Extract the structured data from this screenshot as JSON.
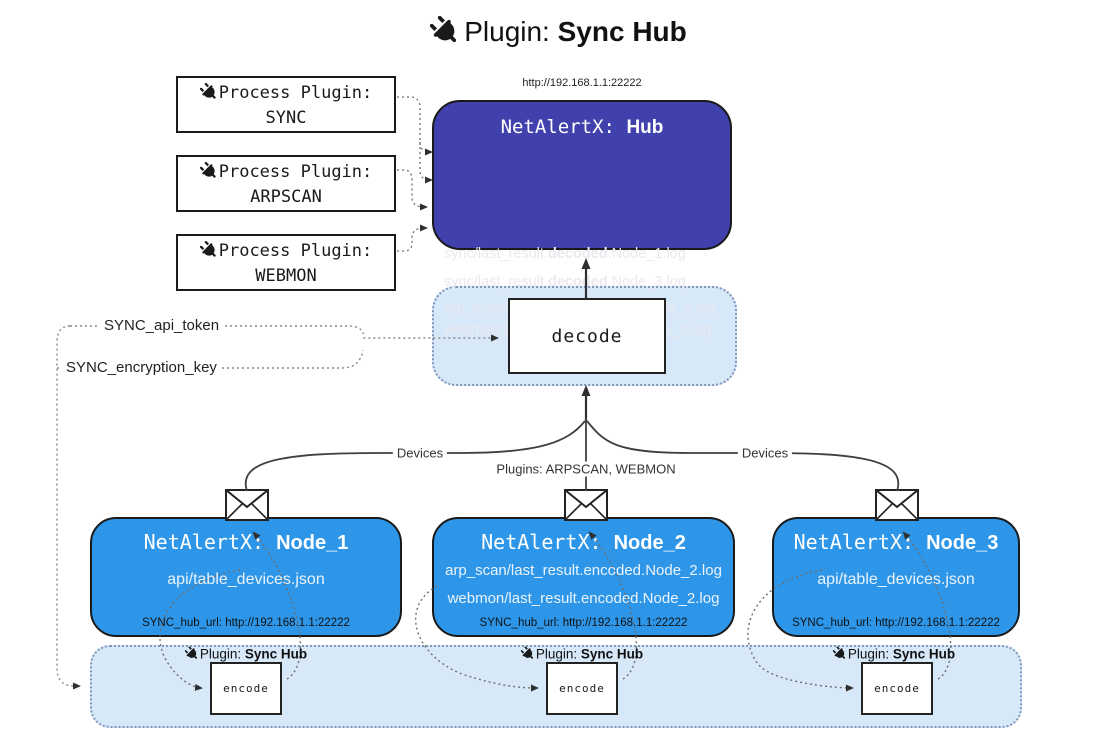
{
  "title": {
    "prefix": "Plugin:",
    "bold": "Sync Hub"
  },
  "process_plugins": [
    {
      "label": "Process Plugin:",
      "name": "SYNC"
    },
    {
      "label": "Process Plugin:",
      "name": "ARPSCAN"
    },
    {
      "label": "Process Plugin:",
      "name": "WEBMON"
    }
  ],
  "hub": {
    "url": "http://192.168.1.1:22222",
    "title_prefix": "NetAlertX: ",
    "title_bold": "Hub",
    "logs": [
      {
        "pre": "sync/last_result.",
        "bold": "decoded",
        "post": ".Node_1.log"
      },
      {
        "pre": "sync/last_result.",
        "bold": "decoded",
        "post": ".Node_3.log"
      },
      {
        "pre": "arp_scan/last_result.",
        "bold": "decoded",
        "post": ".Node_2.log"
      },
      {
        "pre": "webmon/last_result.",
        "bold": "decoded",
        "post": ".Node_2.log"
      }
    ]
  },
  "decode_label": "decode",
  "settings": {
    "api_token_label": "SYNC_api_token",
    "encryption_key_label": "SYNC_encryption_key"
  },
  "edge_labels": {
    "devices_left": "Devices",
    "devices_right": "Devices",
    "plugins_mid": "Plugins: ARPSCAN, WEBMON"
  },
  "nodes": [
    {
      "title_prefix": "NetAlertX: ",
      "title_bold": "Node_1",
      "files": [
        "api/table_devices.json"
      ],
      "hub_url": "SYNC_hub_url: http://192.168.1.1:22222"
    },
    {
      "title_prefix": "NetAlertX: ",
      "title_bold": "Node_2",
      "files": [
        "arp_scan/last_result.encoded.Node_2.log",
        "webmon/last_result.encoded.Node_2.log"
      ],
      "hub_url": "SYNC_hub_url: http://192.168.1.1:22222"
    },
    {
      "title_prefix": "NetAlertX: ",
      "title_bold": "Node_3",
      "files": [
        "api/table_devices.json"
      ],
      "hub_url": "SYNC_hub_url: http://192.168.1.1:22222"
    }
  ],
  "strip": {
    "instances": [
      {
        "label_prefix": "Plugin: ",
        "label_bold": "Sync Hub",
        "encode_label": "encode"
      },
      {
        "label_prefix": "Plugin: ",
        "label_bold": "Sync Hub",
        "encode_label": "encode"
      },
      {
        "label_prefix": "Plugin: ",
        "label_bold": "Sync Hub",
        "encode_label": "encode"
      }
    ]
  },
  "icons": {
    "plug": "plug-icon",
    "envelope": "envelope-icon"
  },
  "colors": {
    "hub-fill": "#4141ad",
    "node-fill": "#2e96e8",
    "panel-fill": "#d7e8f9",
    "panel-border": "#8295bc",
    "box-border": "#1a1a1a",
    "hub-text": "#e9e9ef",
    "node-text": "#eaf3fc",
    "line": "#2f2f2f",
    "dotted": "#777777"
  }
}
